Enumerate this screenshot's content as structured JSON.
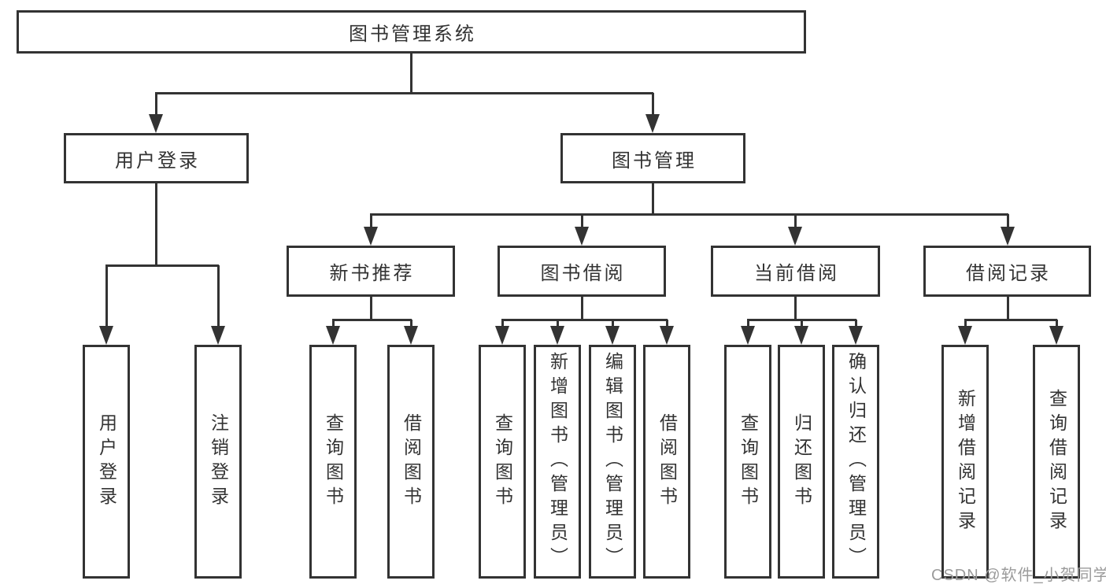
{
  "diagram": {
    "root": "图书管理系统",
    "branches": [
      {
        "label": "用户登录",
        "children": [
          "用户登录",
          "注销登录"
        ]
      },
      {
        "label": "图书管理",
        "sections": [
          {
            "label": "新书推荐",
            "children": [
              "查询图书",
              "借阅图书"
            ]
          },
          {
            "label": "图书借阅",
            "children": [
              "查询图书",
              "新增图书（管理员）",
              "编辑图书（管理员）",
              "借阅图书"
            ]
          },
          {
            "label": "当前借阅",
            "children": [
              "查询图书",
              "归还图书",
              "确认归还（管理员）"
            ]
          },
          {
            "label": "借阅记录",
            "children": [
              "新增借阅记录",
              "查询借阅记录"
            ]
          }
        ]
      }
    ]
  },
  "watermark": {
    "text": "CSDN @软件_小贺同学",
    "color": "#9b9b9b"
  },
  "colors": {
    "line": "#333333",
    "text": "#333333",
    "background": "#ffffff"
  }
}
